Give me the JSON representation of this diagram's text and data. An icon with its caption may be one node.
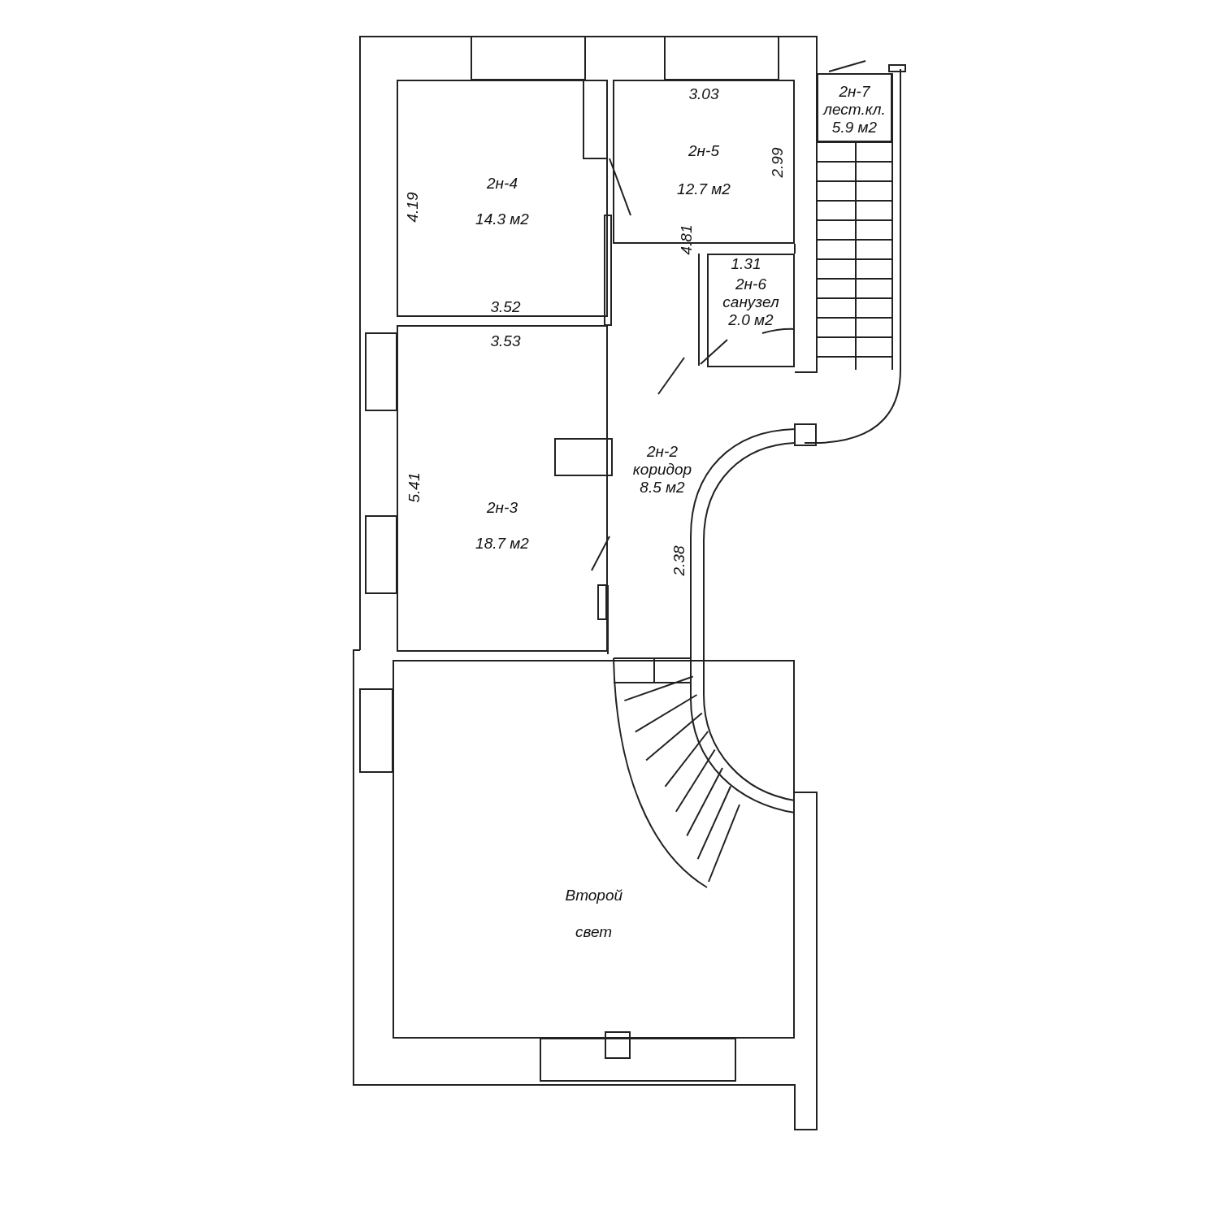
{
  "diagram": {
    "nodes": [
      {
        "text": [
          "2н-4",
          "14.3 м2"
        ]
      },
      {
        "text": [
          "2н-5",
          "12.7 м2"
        ]
      },
      {
        "text": [
          "2н-7",
          "лест.кл.",
          "5.9 м2"
        ]
      },
      {
        "text": [
          "2н-6",
          "санузел",
          "2.0 м2"
        ]
      },
      {
        "text": [
          "2н-3",
          "18.7 м2"
        ]
      },
      {
        "text": [
          "2н-2",
          "коридор",
          "8.5 м2"
        ]
      },
      {
        "text": [
          "Второй свет"
        ]
      }
    ],
    "labels": [
      "3.03",
      "2.99",
      "4.19",
      "4.81",
      "1.31",
      "3.52",
      "3.53",
      "5.41",
      "2.38"
    ]
  }
}
